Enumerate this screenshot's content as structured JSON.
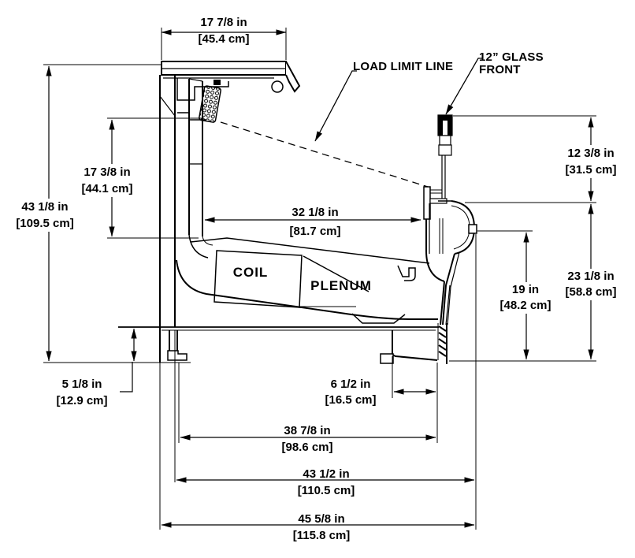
{
  "labels": {
    "load_limit": "LOAD LIMIT LINE",
    "glass_front_line1": "12” GLASS",
    "glass_front_line2": "FRONT",
    "coil": "COIL",
    "plenum": "PLENUM"
  },
  "dimensions": {
    "top_width": {
      "inches": "17 7/8 in",
      "metric": "[45.4 cm]"
    },
    "overall_height": {
      "inches": "43 1/8 in",
      "metric": "[109.5 cm]"
    },
    "interior_height": {
      "inches": "17 3/8 in",
      "metric": "[44.1 cm]"
    },
    "interior_depth": {
      "inches": "32 1/8 in",
      "metric": "[81.7 cm]"
    },
    "glass_height": {
      "inches": "12 3/8 in",
      "metric": "[31.5 cm]"
    },
    "front_height": {
      "inches": "23 1/8 in",
      "metric": "[58.8 cm]"
    },
    "bumper_height": {
      "inches": "19 in",
      "metric": "[48.2 cm]"
    },
    "base_height": {
      "inches": "5 1/8 in",
      "metric": "[12.9 cm]"
    },
    "base_depth": {
      "inches": "6 1/2 in",
      "metric": "[16.5 cm]"
    },
    "leg_span": {
      "inches": "38 7/8 in",
      "metric": "[98.6 cm]"
    },
    "body_depth": {
      "inches": "43 1/2 in",
      "metric": "[110.5 cm]"
    },
    "overall_depth": {
      "inches": "45 5/8 in",
      "metric": "[115.8 cm]"
    }
  }
}
